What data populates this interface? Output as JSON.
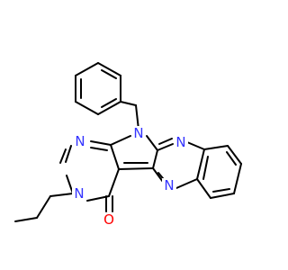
{
  "molecule": {
    "atom_labels": {
      "n_benzyl": "N",
      "n_pyrimidine_top": "N",
      "n_pyrimidine_propyl": "N",
      "n_quinoxaline_upper": "N",
      "n_quinoxaline_lower": "N",
      "o_carbonyl": "O"
    },
    "colors": {
      "nitrogen": "#3333ff",
      "oxygen": "#ff0000",
      "carbon_bond": "#000000"
    }
  }
}
